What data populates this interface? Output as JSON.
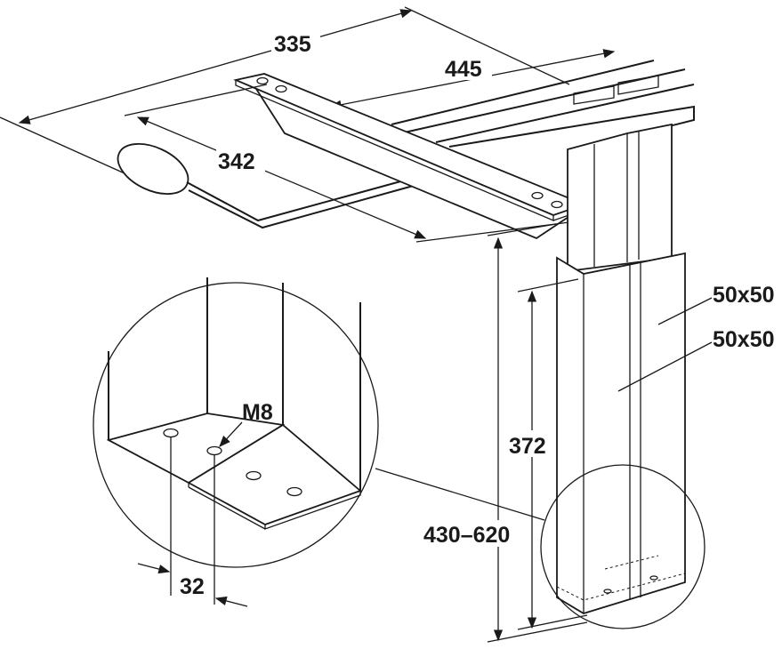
{
  "dimensions": {
    "width_outer": "335",
    "width_frame": "445",
    "lever_length": "342",
    "inner_tube": "50x50",
    "outer_tube": "50x50",
    "thread": "M8",
    "leg_height_fixed": "372",
    "height_range": "430–620",
    "hole_spacing": "32"
  },
  "colors": {
    "line": "#1a1a1a",
    "background": "#ffffff"
  }
}
